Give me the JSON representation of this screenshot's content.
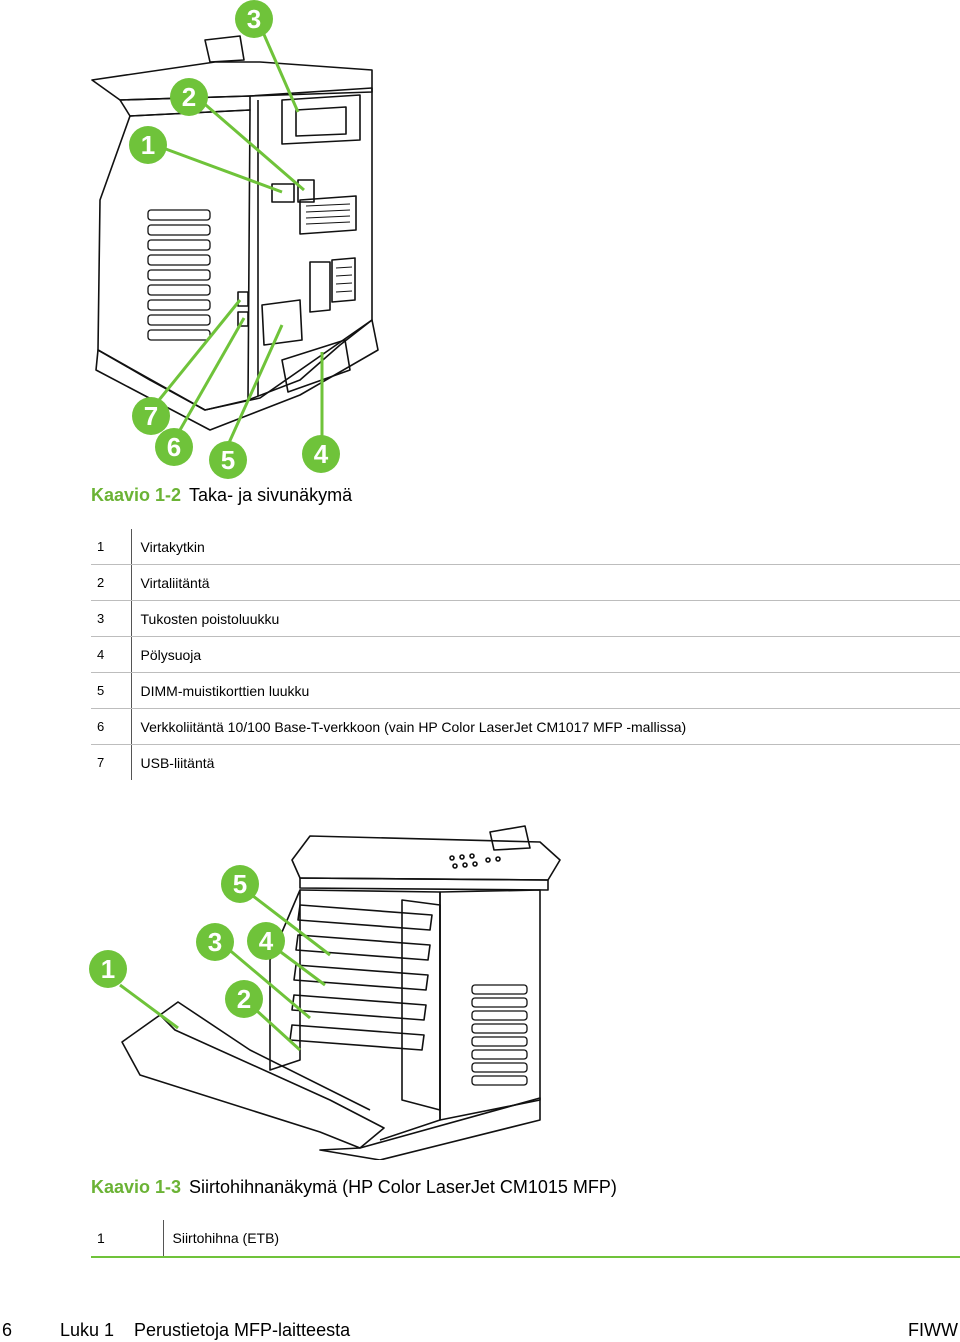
{
  "figure1": {
    "callouts": [
      "1",
      "2",
      "3",
      "4",
      "5",
      "6",
      "7"
    ],
    "caption_number": "Kaavio 1-2",
    "caption_text": "Taka- ja sivunäkymä",
    "legend": [
      {
        "num": "1",
        "text": "Virtakytkin"
      },
      {
        "num": "2",
        "text": "Virtaliitäntä"
      },
      {
        "num": "3",
        "text": "Tukosten poistoluukku"
      },
      {
        "num": "4",
        "text": "Pölysuoja"
      },
      {
        "num": "5",
        "text": "DIMM-muistikorttien luukku"
      },
      {
        "num": "6",
        "text": "Verkkoliitäntä 10/100 Base-T-verkkoon (vain HP Color LaserJet CM1017 MFP -mallissa)"
      },
      {
        "num": "7",
        "text": "USB-liitäntä"
      }
    ]
  },
  "figure2": {
    "callouts": [
      "1",
      "2",
      "3",
      "4",
      "5"
    ],
    "caption_number": "Kaavio 1-3",
    "caption_text": "Siirtohihnanäkymä (HP Color LaserJet CM1015 MFP)",
    "legend": [
      {
        "num": "1",
        "text": "Siirtohihna (ETB)"
      }
    ]
  },
  "footer": {
    "page_number": "6",
    "chapter": "Luku 1",
    "chapter_title": "Perustietoja MFP-laitteesta",
    "doc_code": "FIWW"
  },
  "colors": {
    "accent": "#6fc33a",
    "caption_number": "#6bb335"
  }
}
